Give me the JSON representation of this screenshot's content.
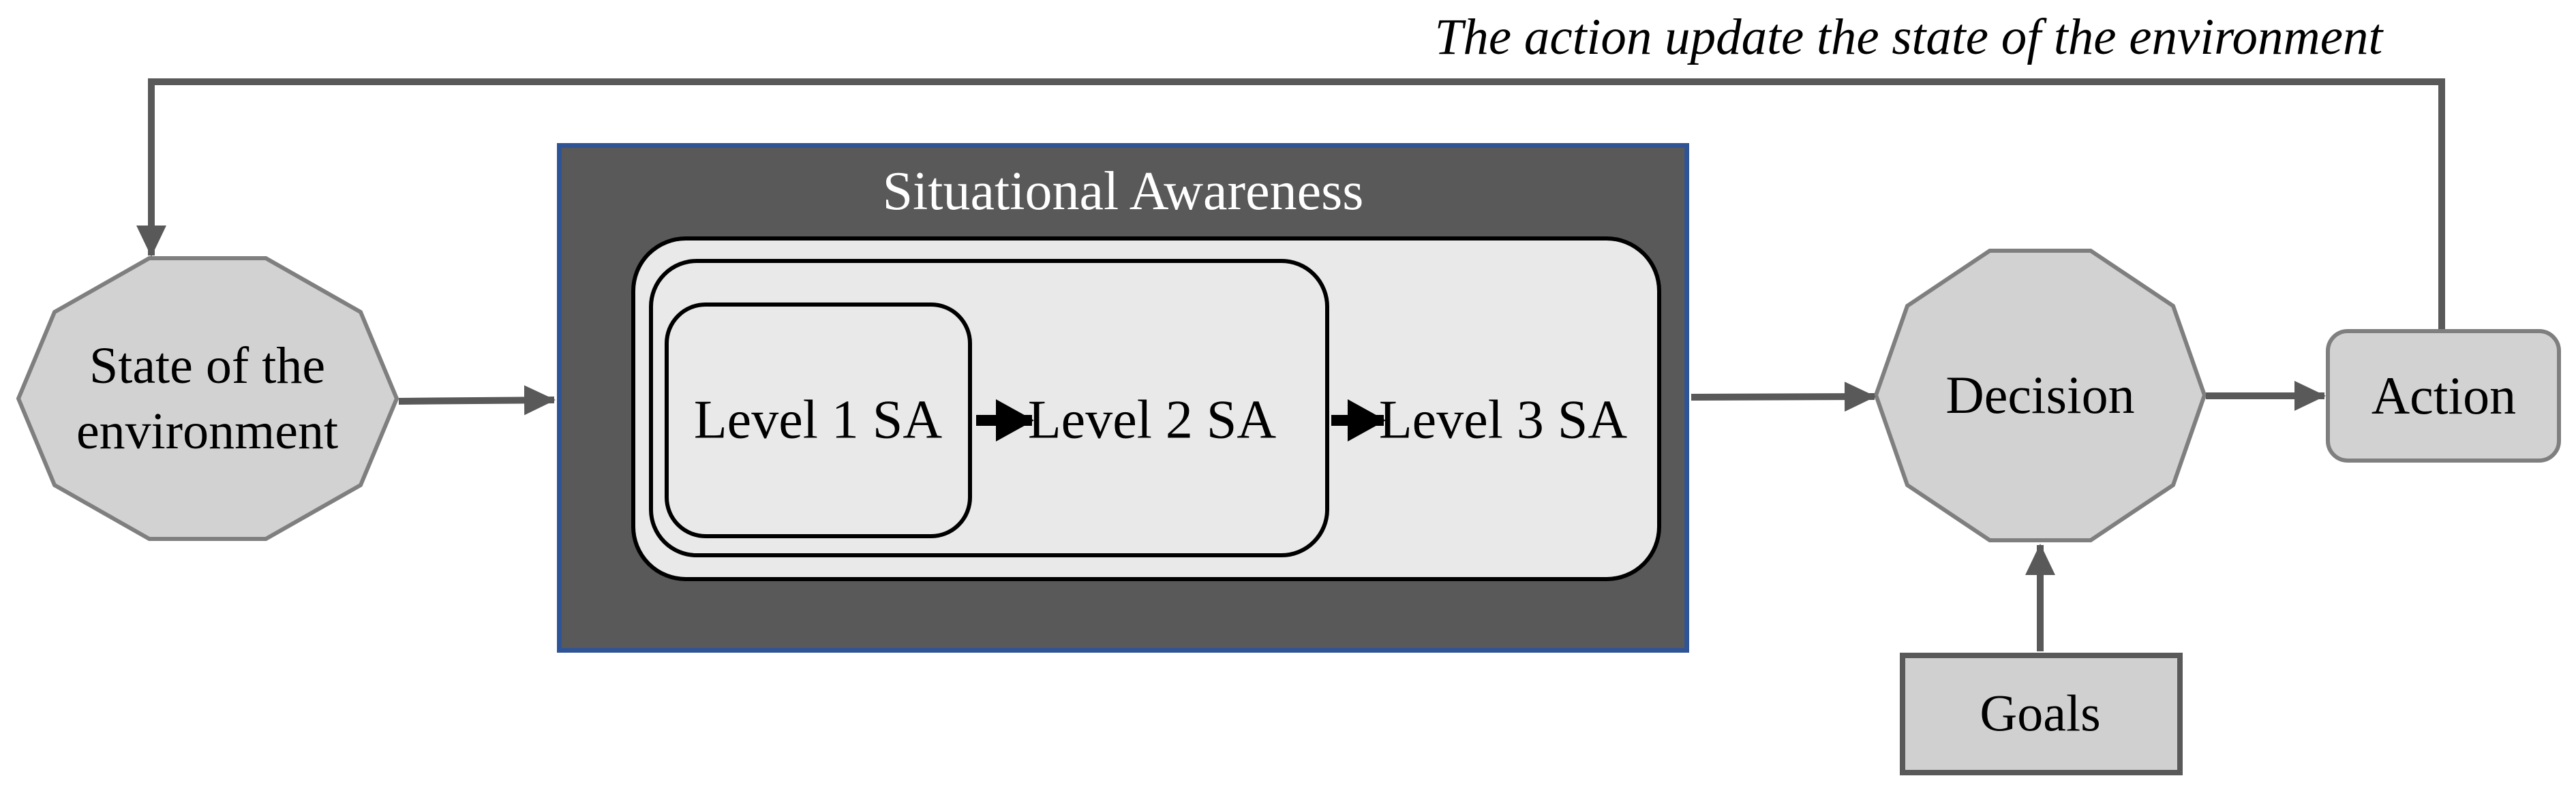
{
  "annotation": "The action update the state of the environment",
  "nodes": {
    "state": {
      "label": "State of the\nenvironment"
    },
    "sa": {
      "title": "Situational Awareness",
      "levels": [
        {
          "label": "Level 1 SA"
        },
        {
          "label": "Level 2 SA"
        },
        {
          "label": "Level 3 SA"
        }
      ]
    },
    "decision": {
      "label": "Decision"
    },
    "action": {
      "label": "Action"
    },
    "goals": {
      "label": "Goals"
    }
  },
  "connectors": [
    {
      "name": "feedback",
      "from": "action",
      "to": "state",
      "description": "action updates environment state"
    },
    {
      "name": "state-to-sa",
      "from": "state",
      "to": "sa"
    },
    {
      "name": "level1-to-level2",
      "from": "level1",
      "to": "level2"
    },
    {
      "name": "level2-to-level3",
      "from": "level2",
      "to": "level3"
    },
    {
      "name": "sa-to-decision",
      "from": "sa",
      "to": "decision"
    },
    {
      "name": "decision-to-action",
      "from": "decision",
      "to": "action"
    },
    {
      "name": "goals-to-decision",
      "from": "goals",
      "to": "decision"
    }
  ],
  "colors": {
    "node_fill": "#d2d2d2",
    "node_border": "#7f7f7f",
    "sa_fill": "#595959",
    "sa_border": "#2f5496",
    "level_fill": "#e9e9e9",
    "level_border": "#000000",
    "connector": "#595959",
    "level_arrow": "#000000",
    "sa_title_color": "#ffffff",
    "text_color": "#000000"
  }
}
